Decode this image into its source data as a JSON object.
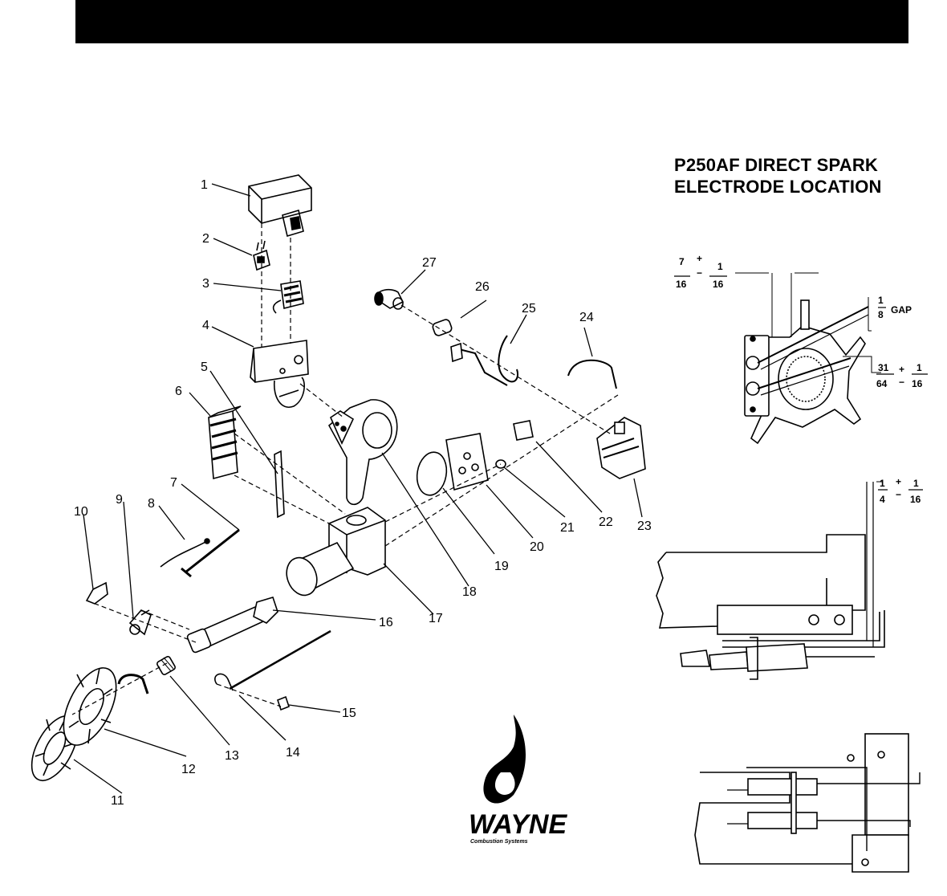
{
  "title": {
    "line1": "P250AF DIRECT SPARK",
    "line2": "ELECTRODE LOCATION"
  },
  "part_numbers": [
    "1",
    "2",
    "3",
    "4",
    "5",
    "6",
    "7",
    "8",
    "9",
    "10",
    "11",
    "12",
    "13",
    "14",
    "15",
    "16",
    "17",
    "18",
    "19",
    "20",
    "21",
    "22",
    "23",
    "24",
    "25",
    "26",
    "27"
  ],
  "dimensions": {
    "top_left": {
      "num1": "7",
      "den1": "16",
      "sign": "+",
      "sign2": "−",
      "num2": "1",
      "den2": "16"
    },
    "gap": {
      "num": "1",
      "den": "8",
      "label": "GAP"
    },
    "depth": {
      "num1": "31",
      "den1": "64",
      "sign": "+",
      "sign2": "−",
      "num2": "1",
      "den2": "16"
    },
    "side": {
      "num1": "1",
      "den1": "4",
      "sign": "+",
      "sign2": "−",
      "num2": "1",
      "den2": "16"
    }
  },
  "logo": {
    "name": "WAYNE",
    "tagline": "Combustion Systems"
  }
}
